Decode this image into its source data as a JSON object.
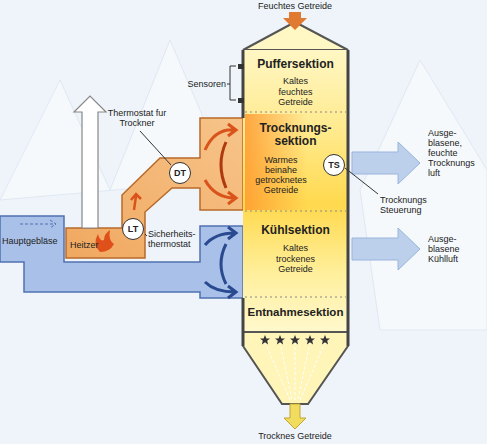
{
  "diagram": {
    "nodes": [
      {
        "text": [
          "Puffersektion",
          "Kaltes feuchtes Getreide"
        ]
      },
      {
        "text": [
          "Trocknungs- sektion",
          "Warmes beinahe getrocknetes Getreide"
        ]
      },
      {
        "text": [
          "TS"
        ],
        "in": 1
      },
      {
        "text": [
          "Kühlsektion",
          "Kaltes trockenes Getreide"
        ]
      },
      {
        "text": [
          "Entnahmesektion"
        ]
      },
      {
        "text": [
          "DT"
        ]
      },
      {
        "text": [
          "LT"
        ]
      }
    ],
    "labels": [
      "Feuchtes Getreide",
      "Trocknes Getreide",
      "Sensoren",
      "Thermostat fur Trockner",
      "Sicherheits- thermostat",
      "Heitzer",
      "Hauptgebläse",
      "Ausge- blasene, feuchte Trocknungs luft",
      "Ausge- blasene Kühlluft",
      "Trocknungs Steuerung"
    ]
  }
}
